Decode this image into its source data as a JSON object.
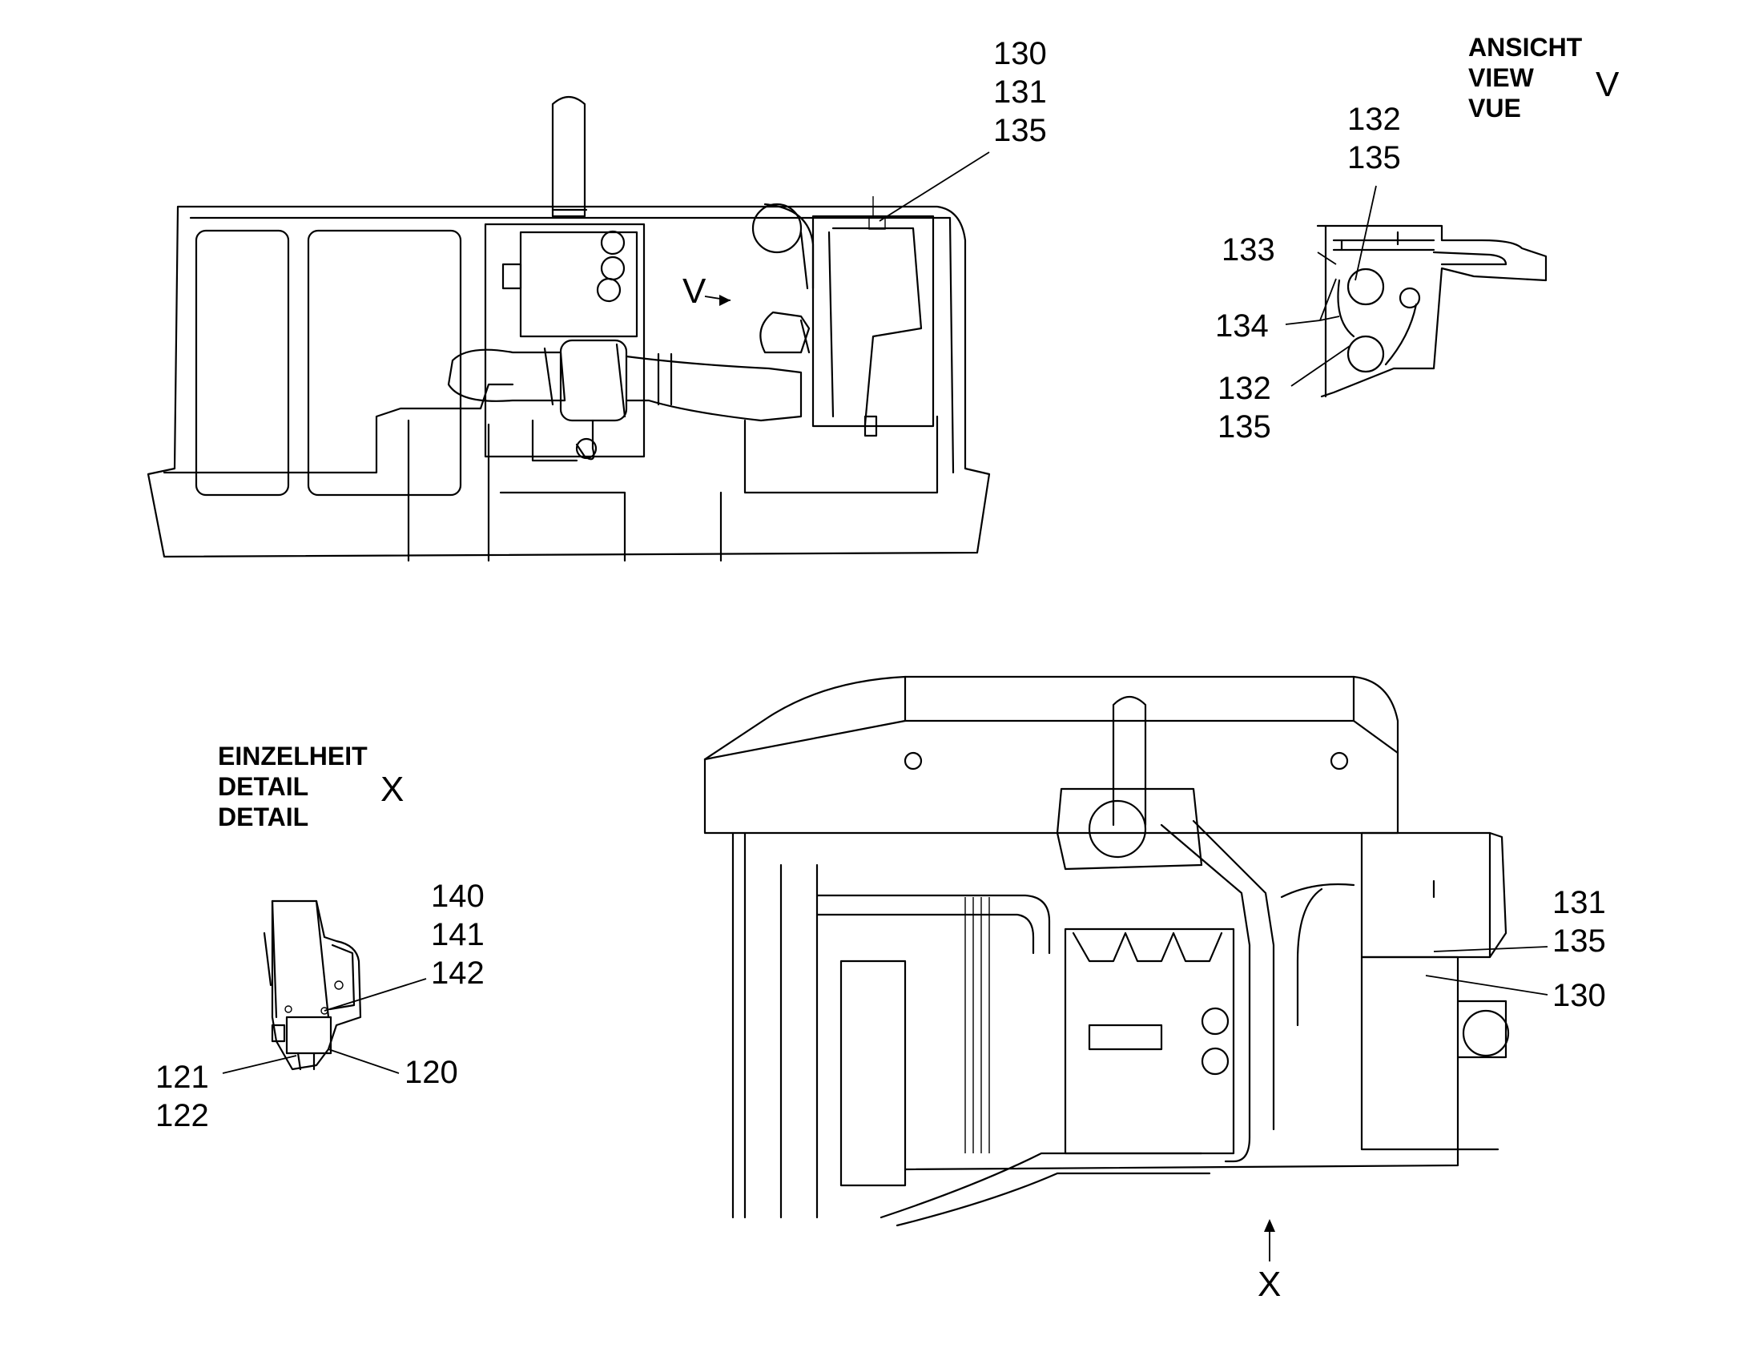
{
  "top_view": {
    "callout_130": "130",
    "callout_131": "131",
    "callout_135": "135",
    "view_marker": "V"
  },
  "view_v": {
    "caption_de": "ANSICHT",
    "caption_en": "VIEW",
    "caption_fr": "VUE",
    "letter": "V",
    "callout_132_top": "132",
    "callout_135_top": "135",
    "callout_133": "133",
    "callout_134": "134",
    "callout_132_bottom": "132",
    "callout_135_bottom": "135"
  },
  "detail_x": {
    "caption_de": "EINZELHEIT",
    "caption_en": "DETAIL",
    "caption_fr": "DETAIL",
    "letter": "X",
    "callout_140": "140",
    "callout_141": "141",
    "callout_142": "142",
    "callout_121": "121",
    "callout_122": "122",
    "callout_120": "120"
  },
  "iso_view": {
    "callout_131": "131",
    "callout_135": "135",
    "callout_130": "130",
    "view_marker": "X"
  }
}
